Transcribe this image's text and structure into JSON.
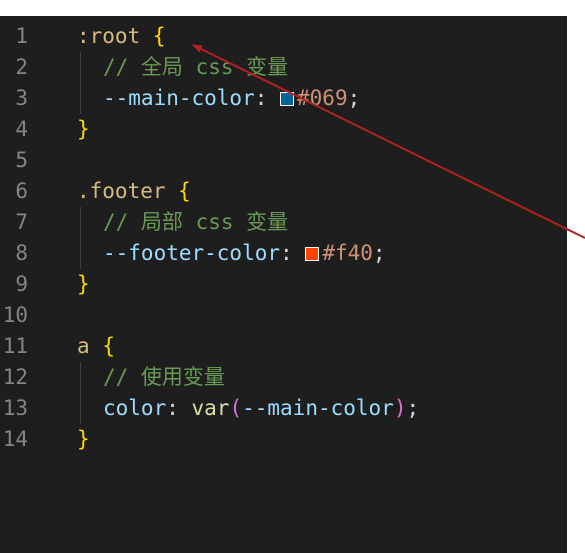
{
  "editor": {
    "lines": [
      {
        "num": "1",
        "indent": 0,
        "tokens": [
          {
            "text": ":root",
            "cls": "t-sel"
          },
          {
            "text": " ",
            "cls": "t-punc"
          },
          {
            "text": "{",
            "cls": "t-brace"
          }
        ]
      },
      {
        "num": "2",
        "indent": 1,
        "tokens": [
          {
            "text": "// 全局 css 变量",
            "cls": "t-comment"
          }
        ]
      },
      {
        "num": "3",
        "indent": 1,
        "tokens": [
          {
            "text": "--main-color",
            "cls": "t-prop"
          },
          {
            "text": ": ",
            "cls": "t-punc"
          },
          {
            "swatch": "#006699"
          },
          {
            "text": "#069",
            "cls": "t-val"
          },
          {
            "text": ";",
            "cls": "t-punc"
          }
        ]
      },
      {
        "num": "4",
        "indent": 0,
        "tokens": [
          {
            "text": "}",
            "cls": "t-brace"
          }
        ]
      },
      {
        "num": "5",
        "indent": 0,
        "tokens": []
      },
      {
        "num": "6",
        "indent": 0,
        "tokens": [
          {
            "text": ".footer",
            "cls": "t-sel"
          },
          {
            "text": " ",
            "cls": "t-punc"
          },
          {
            "text": "{",
            "cls": "t-brace"
          }
        ]
      },
      {
        "num": "7",
        "indent": 1,
        "tokens": [
          {
            "text": "// 局部 css 变量",
            "cls": "t-comment"
          }
        ]
      },
      {
        "num": "8",
        "indent": 1,
        "tokens": [
          {
            "text": "--footer-color",
            "cls": "t-prop"
          },
          {
            "text": ": ",
            "cls": "t-punc"
          },
          {
            "swatch": "#ff4400"
          },
          {
            "text": "#f40",
            "cls": "t-val"
          },
          {
            "text": ";",
            "cls": "t-punc"
          }
        ]
      },
      {
        "num": "9",
        "indent": 0,
        "tokens": [
          {
            "text": "}",
            "cls": "t-brace"
          }
        ]
      },
      {
        "num": "10",
        "indent": 0,
        "tokens": []
      },
      {
        "num": "11",
        "indent": 0,
        "tokens": [
          {
            "text": "a",
            "cls": "t-sel"
          },
          {
            "text": " ",
            "cls": "t-punc"
          },
          {
            "text": "{",
            "cls": "t-brace"
          }
        ]
      },
      {
        "num": "12",
        "indent": 1,
        "tokens": [
          {
            "text": "// 使用变量",
            "cls": "t-comment"
          }
        ]
      },
      {
        "num": "13",
        "indent": 1,
        "tokens": [
          {
            "text": "color",
            "cls": "t-prop"
          },
          {
            "text": ": ",
            "cls": "t-punc"
          },
          {
            "text": "var",
            "cls": "t-fn"
          },
          {
            "text": "(",
            "cls": "t-paren"
          },
          {
            "text": "--main-color",
            "cls": "t-var"
          },
          {
            "text": ")",
            "cls": "t-paren"
          },
          {
            "text": ";",
            "cls": "t-punc"
          }
        ]
      },
      {
        "num": "14",
        "indent": 0,
        "tokens": [
          {
            "text": "}",
            "cls": "t-brace"
          }
        ]
      }
    ]
  },
  "annotation": {
    "arrow_color": "#b22222"
  }
}
